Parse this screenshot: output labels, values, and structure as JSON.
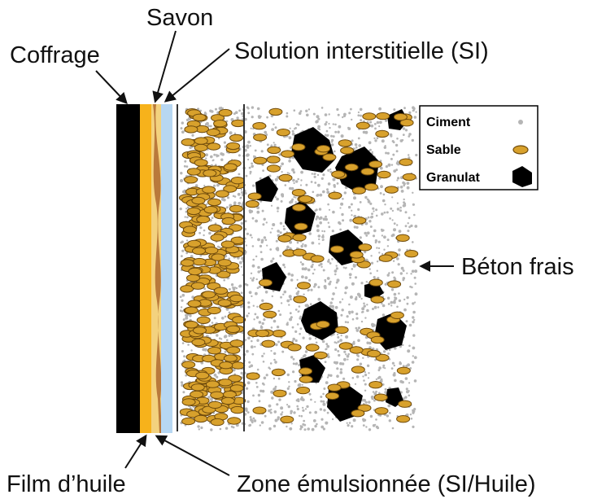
{
  "labels": {
    "coffrage": "Coffrage",
    "savon": "Savon",
    "solution": "Solution interstitielle (SI)",
    "beton_frais": "Béton frais",
    "film_huile": "Film d’huile",
    "zone_emulsion": "Zone émulsionnée (SI/Huile)"
  },
  "legend": {
    "items": [
      {
        "label": "Ciment",
        "icon": "cement-dot-icon"
      },
      {
        "label": "Sable",
        "icon": "sand-grain-icon"
      },
      {
        "label": "Granulat",
        "icon": "aggregate-icon"
      }
    ]
  },
  "colors": {
    "formwork": "#000000",
    "oil_film": "#f7b21b",
    "emulsion_zone": "#f3d27e",
    "soap": "#b9793b",
    "pore_solution": "#b7d7f2",
    "cement": "#b5b5b5",
    "sand_fill": "#d8a12c",
    "sand_edge": "#6e4a0c",
    "aggregate": "#000000"
  }
}
